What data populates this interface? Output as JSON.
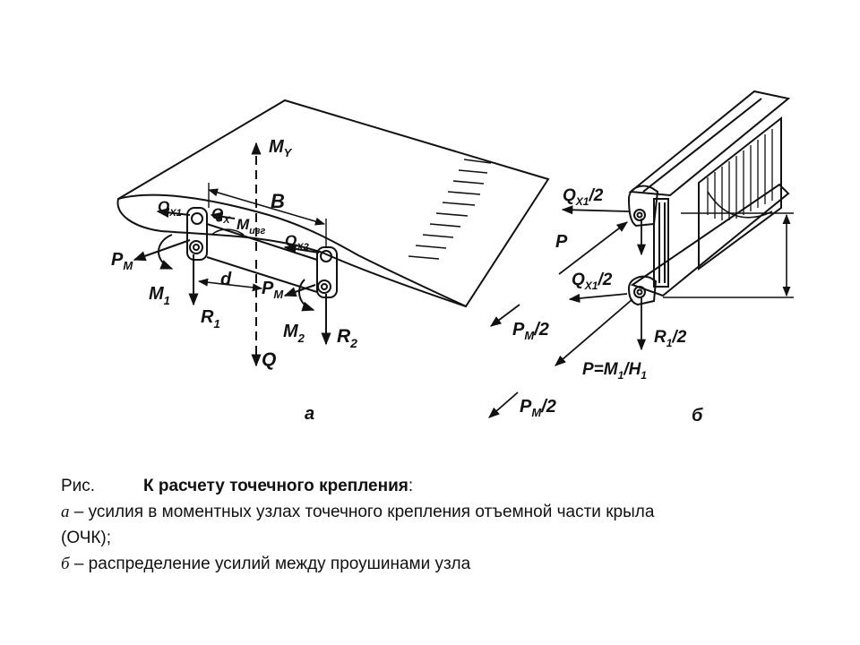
{
  "figure": {
    "labels": {
      "My": "M",
      "My_sub": "Y",
      "B": "B",
      "Qx1": "Q",
      "Qx1_sub": "X1",
      "Qx": "Q",
      "Qx_sub": "X",
      "Mizg": "M",
      "Mizg_sub": "изг",
      "Qx2": "Q",
      "Qx2_sub": "X2",
      "Pm_left": "P",
      "Pm_left_sub": "M",
      "M1": "M",
      "M1_sub": "1",
      "d": "d",
      "Pm_mid": "P",
      "Pm_mid_sub": "M",
      "R1": "R",
      "R1_sub": "1",
      "M2": "M",
      "M2_sub": "2",
      "R2": "R",
      "R2_sub": "2",
      "Q": "Q",
      "label_a": "a",
      "Qx1_2_top": "Q",
      "Qx1_2_top_sub": "X1",
      "Qx1_2_top_tail": "/2",
      "P": "P",
      "Qx1_2_bot": "Q",
      "Qx1_2_bot_sub": "X1",
      "Qx1_2_bot_tail": "/2",
      "Pm2_upper": "P",
      "Pm2_upper_sub": "M",
      "Pm2_upper_tail": "/2",
      "R1_2": "R",
      "R1_2_sub": "1",
      "R1_2_tail": "/2",
      "P_eq": "P=M",
      "P_eq_sub1": "1",
      "P_eq_mid": "/H",
      "P_eq_sub2": "1",
      "Pm2_lower": "P",
      "Pm2_lower_sub": "M",
      "Pm2_lower_tail": "/2",
      "label_b": "б"
    }
  },
  "caption": {
    "prefix": "Рис.",
    "title": "К расчету точечного крепления",
    "colon": ":",
    "line_a_letter": "а",
    "line_a_text": " – усилия в моментных узлах точечного крепления отъемной части крыла",
    "line_a_cont": "(ОЧК);",
    "line_b_letter": "б",
    "line_b_text": " – распределение усилий между проушинами узла"
  },
  "colors": {
    "ink": "#111111",
    "background": "#ffffff"
  }
}
